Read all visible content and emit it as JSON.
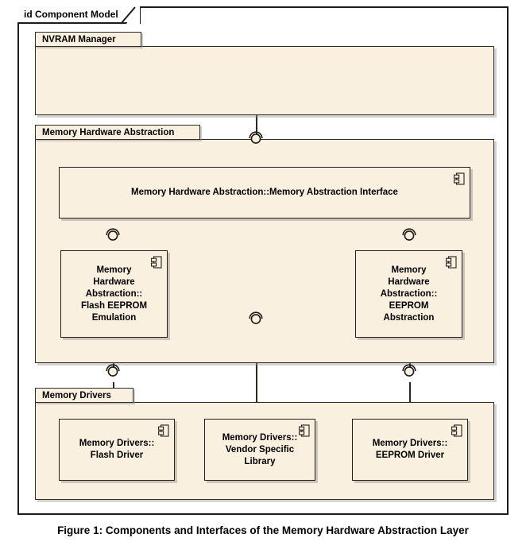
{
  "figure": {
    "frame_title": "id Component Model",
    "caption": "Figure 1: Components and Interfaces of the Memory Hardware Abstraction Layer",
    "colors": {
      "component_fill": "#faf0e0",
      "package_fill": "#faf0e0",
      "border": "#24201c",
      "page_background": "#ffffff",
      "frame_border": "#1c1c1c",
      "connector": "#2a2622"
    }
  },
  "packages": [
    {
      "id": "nvram-manager",
      "name": "NVRAM Manager"
    },
    {
      "id": "memory-hardware-abstraction",
      "name": "Memory Hardware Abstraction"
    },
    {
      "id": "memory-drivers",
      "name": "Memory Drivers"
    }
  ],
  "components": [
    {
      "id": "memory-abstraction-interface",
      "label": "Memory Hardware Abstraction::Memory Abstraction Interface",
      "icon": "component-icon",
      "package": "Memory Hardware Abstraction"
    },
    {
      "id": "flash-eeprom-emulation",
      "label": "Memory\nHardware\nAbstraction::\nFlash EEPROM\nEmulation",
      "icon": "component-icon",
      "package": "Memory Hardware Abstraction"
    },
    {
      "id": "eeprom-abstraction",
      "label": "Memory\nHardware\nAbstraction::\nEEPROM\nAbstraction",
      "icon": "component-icon",
      "package": "Memory Hardware Abstraction"
    },
    {
      "id": "flash-driver",
      "label": "Memory Drivers::\nFlash Driver",
      "icon": "component-icon",
      "package": "Memory Drivers"
    },
    {
      "id": "vendor-specific-library",
      "label": "Memory Drivers::\nVendor Specific\nLibrary",
      "icon": "component-icon",
      "package": "Memory Drivers"
    },
    {
      "id": "eeprom-driver",
      "label": "Memory Drivers::\nEEPROM Driver",
      "icon": "component-icon",
      "package": "Memory Drivers"
    }
  ],
  "connectors": [
    {
      "id": "nvram-to-mai",
      "symbol": "assembly-connector"
    },
    {
      "id": "mai-to-flash-emulation",
      "symbol": "assembly-connector"
    },
    {
      "id": "mai-to-eeprom-abstraction",
      "symbol": "assembly-connector"
    },
    {
      "id": "mai-to-vendor-library",
      "symbol": "assembly-connector"
    },
    {
      "id": "flash-emulation-to-flash-driver",
      "symbol": "assembly-connector"
    },
    {
      "id": "eeprom-abstraction-to-eeprom-driver",
      "symbol": "assembly-connector"
    }
  ]
}
